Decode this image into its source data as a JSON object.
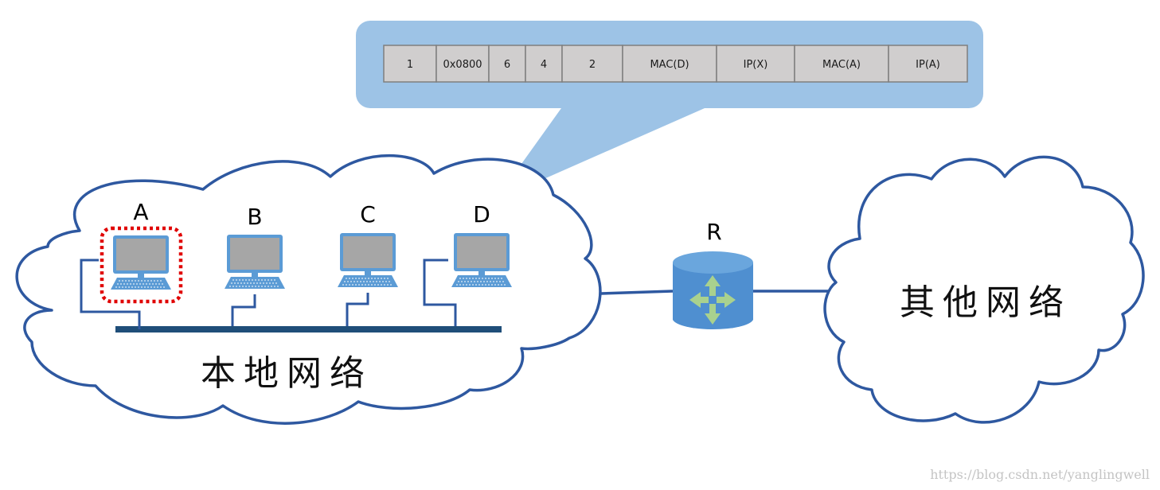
{
  "packet": {
    "fields": [
      "1",
      "0x0800",
      "6",
      "4",
      "2",
      "MAC(D)",
      "IP(X)",
      "MAC(A)",
      "IP(A)"
    ]
  },
  "hosts": [
    {
      "label": "A",
      "selected": true
    },
    {
      "label": "B",
      "selected": false
    },
    {
      "label": "C",
      "selected": false
    },
    {
      "label": "D",
      "selected": false
    }
  ],
  "router": {
    "label": "R"
  },
  "local_network": {
    "label": "本地网络"
  },
  "other_network": {
    "label": "其他网络"
  },
  "watermark": {
    "text": "https://blog.csdn.net/yanglingwell"
  },
  "colors": {
    "cloud_stroke": "#2e58a0",
    "bus": "#1f4e79",
    "callout": "#9dc3e6",
    "cell_fill": "#d0cece",
    "monitor_frame": "#5b9bd5",
    "screen": "#a6a6a6",
    "selection": "#e00000",
    "router": "#4f8fd0",
    "router_arrow": "#a9d18e"
  }
}
